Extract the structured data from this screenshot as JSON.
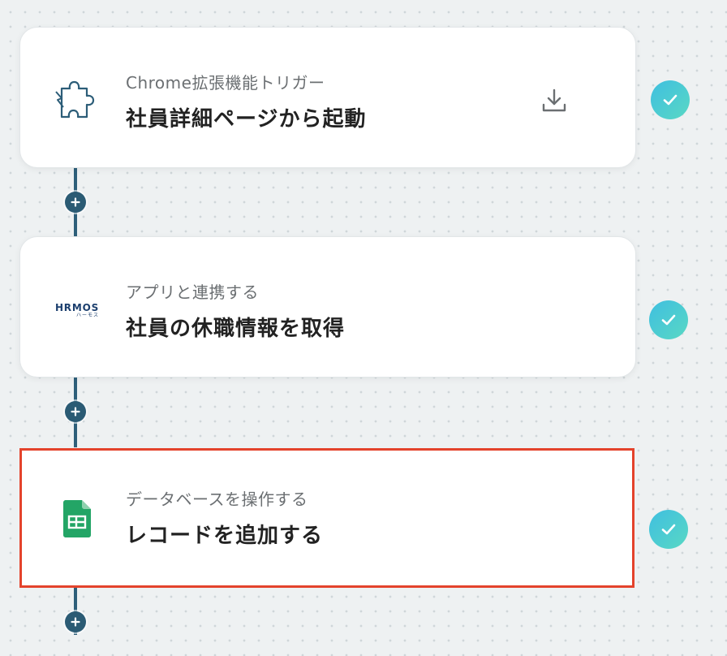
{
  "steps": [
    {
      "subtitle": "Chrome拡張機能トリガー",
      "title": "社員詳細ページから起動",
      "icon": "puzzle-piece-icon",
      "status": "completed"
    },
    {
      "subtitle": "アプリと連携する",
      "title": "社員の休職情報を取得",
      "icon": "hrmos-logo",
      "logo_text": "HRMOS",
      "logo_subtext": "ハーモス",
      "status": "completed"
    },
    {
      "subtitle": "データベースを操作する",
      "title": "レコードを追加する",
      "icon": "google-sheets-icon",
      "status": "completed",
      "selected": true
    }
  ],
  "colors": {
    "connector": "#2e5f7a",
    "selected_border": "#e4432c",
    "check_gradient_start": "#3fbfe0",
    "check_gradient_end": "#59d8c4",
    "sheets_green": "#23a566"
  }
}
